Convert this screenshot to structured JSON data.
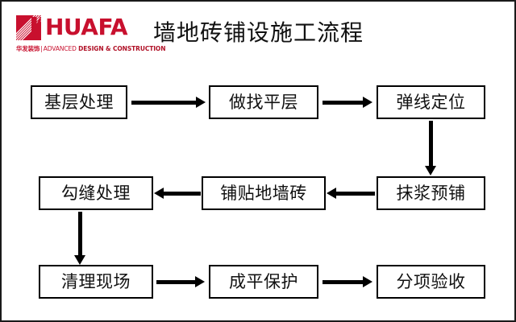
{
  "header": {
    "logo": {
      "mark_icon": "huafa-k-logo-icon",
      "wordmark": "HUAFA",
      "tagline_cn": "华发装饰",
      "tagline_separator": "|",
      "tagline_light": "ADVANCED ",
      "tagline_bold": "DESIGN & CONSTRUCTION",
      "brand_color": "#c8102e"
    },
    "title": "墙地砖铺设施工流程"
  },
  "flowchart": {
    "nodes": [
      {
        "id": "n1",
        "label": "基层处理"
      },
      {
        "id": "n2",
        "label": "做找平层"
      },
      {
        "id": "n3",
        "label": "弹线定位"
      },
      {
        "id": "n4",
        "label": "抹浆预铺"
      },
      {
        "id": "n5",
        "label": "铺贴地墙砖"
      },
      {
        "id": "n6",
        "label": "勾缝处理"
      },
      {
        "id": "n7",
        "label": "清理现场"
      },
      {
        "id": "n8",
        "label": "成平保护"
      },
      {
        "id": "n9",
        "label": "分项验收"
      }
    ],
    "edges": [
      {
        "from": "基层处理",
        "to": "做找平层",
        "direction": "right"
      },
      {
        "from": "做找平层",
        "to": "弹线定位",
        "direction": "right"
      },
      {
        "from": "弹线定位",
        "to": "抹浆预铺",
        "direction": "down"
      },
      {
        "from": "抹浆预铺",
        "to": "铺贴地墙砖",
        "direction": "left"
      },
      {
        "from": "铺贴地墙砖",
        "to": "勾缝处理",
        "direction": "left"
      },
      {
        "from": "勾缝处理",
        "to": "清理现场",
        "direction": "down"
      },
      {
        "from": "清理现场",
        "to": "成平保护",
        "direction": "right"
      },
      {
        "from": "成平保护",
        "to": "分项验收",
        "direction": "right"
      }
    ],
    "node_border_color": "#000000",
    "arrow_color": "#000000"
  }
}
